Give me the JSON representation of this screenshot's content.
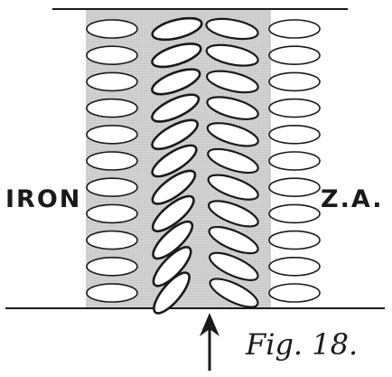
{
  "labels": {
    "left": "IRON",
    "right": "Z.A.",
    "caption": "Fig. 18."
  },
  "diagram": {
    "description_free": true,
    "rows": 11,
    "columns": [
      "outer-left",
      "inner-left",
      "inner-right",
      "outer-right"
    ],
    "colors": {
      "ink": "#1a1a1a",
      "shading": "#c8c8c8",
      "paper": "#ffffff"
    }
  }
}
